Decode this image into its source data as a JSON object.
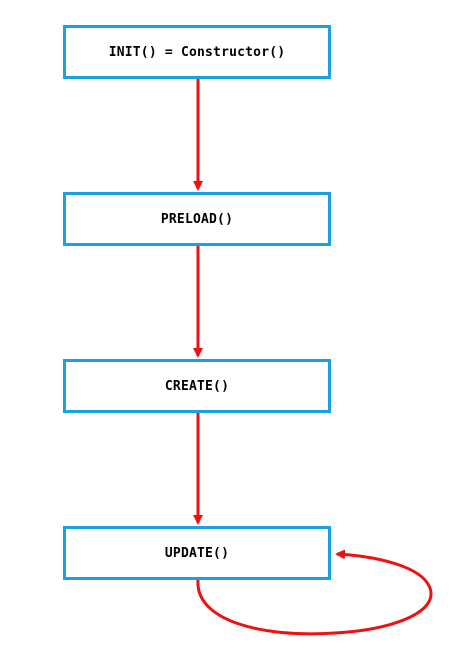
{
  "diagram": {
    "nodes": [
      {
        "id": "init",
        "label": "INIT() = Constructor()"
      },
      {
        "id": "preload",
        "label": "PRELOAD()"
      },
      {
        "id": "create",
        "label": "CREATE()"
      },
      {
        "id": "update",
        "label": "UPDATE()"
      }
    ],
    "edges": [
      {
        "from": "init",
        "to": "preload"
      },
      {
        "from": "preload",
        "to": "create"
      },
      {
        "from": "create",
        "to": "update"
      },
      {
        "from": "update",
        "to": "update",
        "kind": "loop"
      }
    ],
    "colors": {
      "node_border": "#1ba1e2",
      "arrow": "#ee1111",
      "text": "#000000"
    }
  }
}
